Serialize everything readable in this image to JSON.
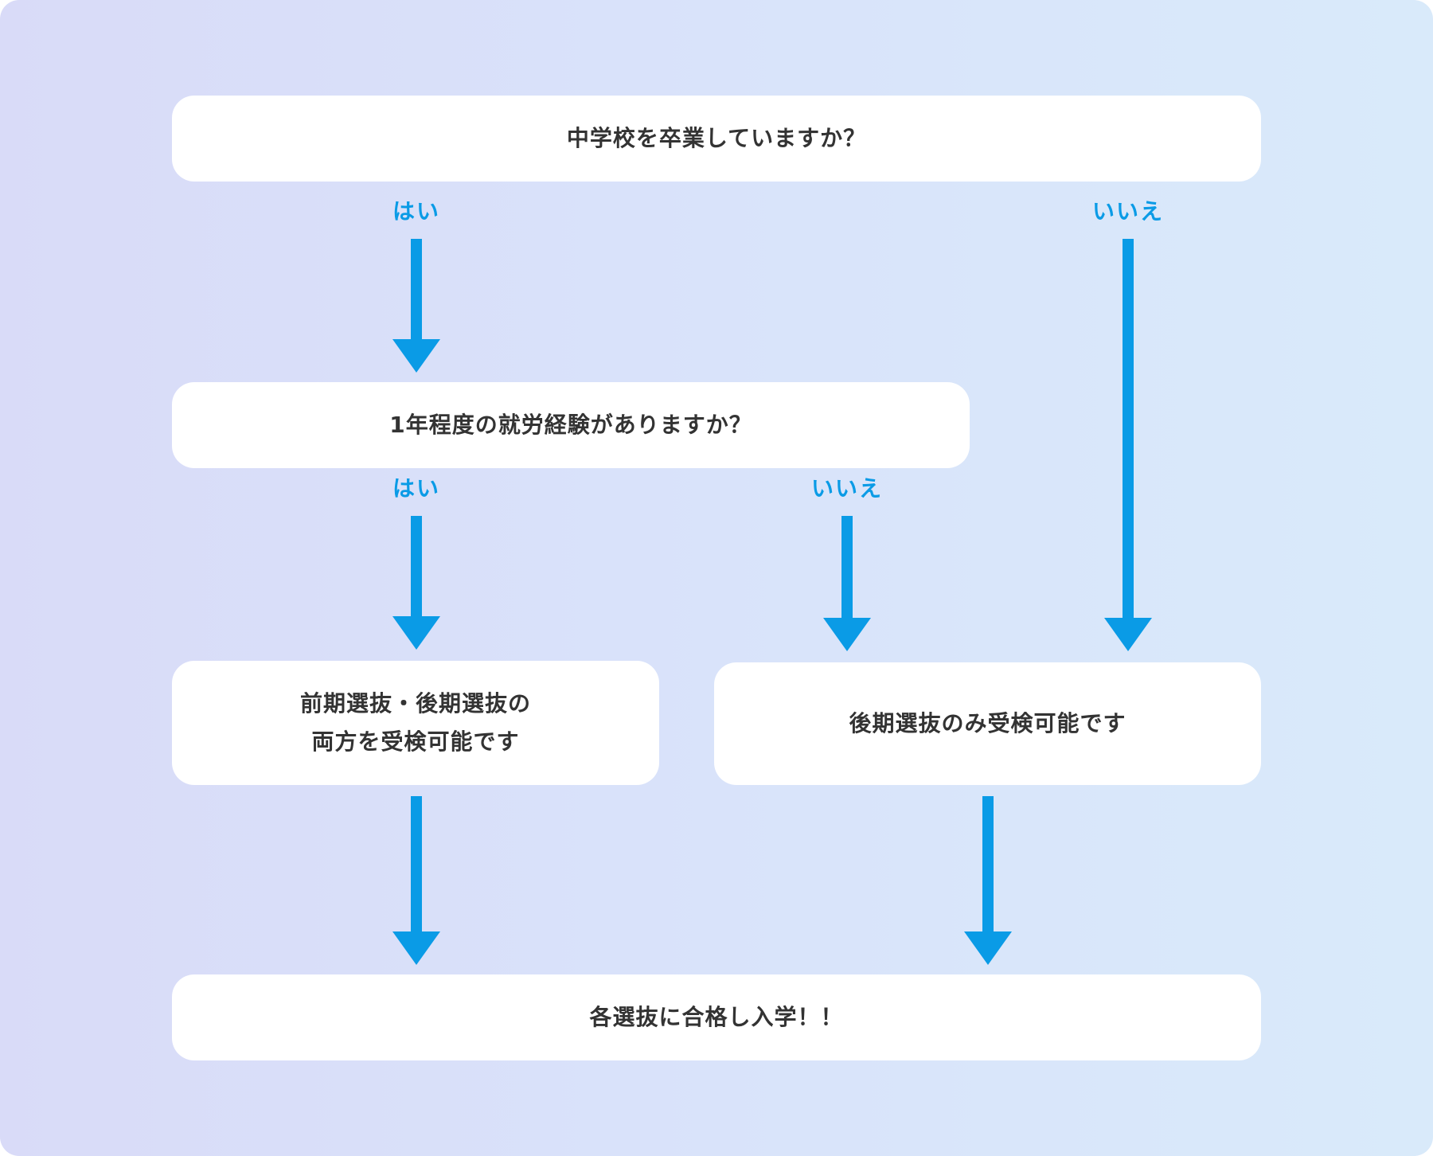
{
  "colors": {
    "background_start": "#d9dbf8",
    "background_end": "#d9eafa",
    "box": "#ffffff",
    "text": "#333333",
    "accent": "#0a9be6"
  },
  "nodes": {
    "q1": "中学校を卒業していますか？",
    "q2": "1年程度の就労経験がありますか？",
    "result_both_line1": "前期選抜・後期選抜の",
    "result_both_line2": "両方を受検可能です",
    "result_late": "後期選抜のみ受検可能です",
    "final": "各選抜に合格し入学！！"
  },
  "edges": {
    "q1_yes": "はい",
    "q1_no": "いいえ",
    "q2_yes": "はい",
    "q2_no": "いいえ"
  }
}
